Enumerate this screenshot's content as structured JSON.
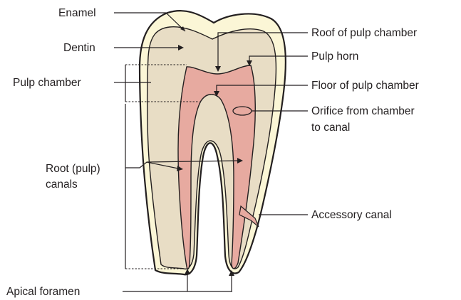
{
  "labels": {
    "enamel": "Enamel",
    "dentin": "Dentin",
    "pulp_chamber": "Pulp chamber",
    "root_canals_line1": "Root (pulp)",
    "root_canals_line2": "canals",
    "apical_foramen": "Apical foramen",
    "roof": "Roof of pulp chamber",
    "pulp_horn": "Pulp horn",
    "floor": "Floor of pulp chamber",
    "orifice_line1": "Orifice from chamber",
    "orifice_line2": "to canal",
    "accessory": "Accessory canal"
  },
  "colors": {
    "enamel": "#fbf6d6",
    "dentin": "#e8ddc5",
    "pulp": "#e7aaa0",
    "outline": "#231f20"
  }
}
